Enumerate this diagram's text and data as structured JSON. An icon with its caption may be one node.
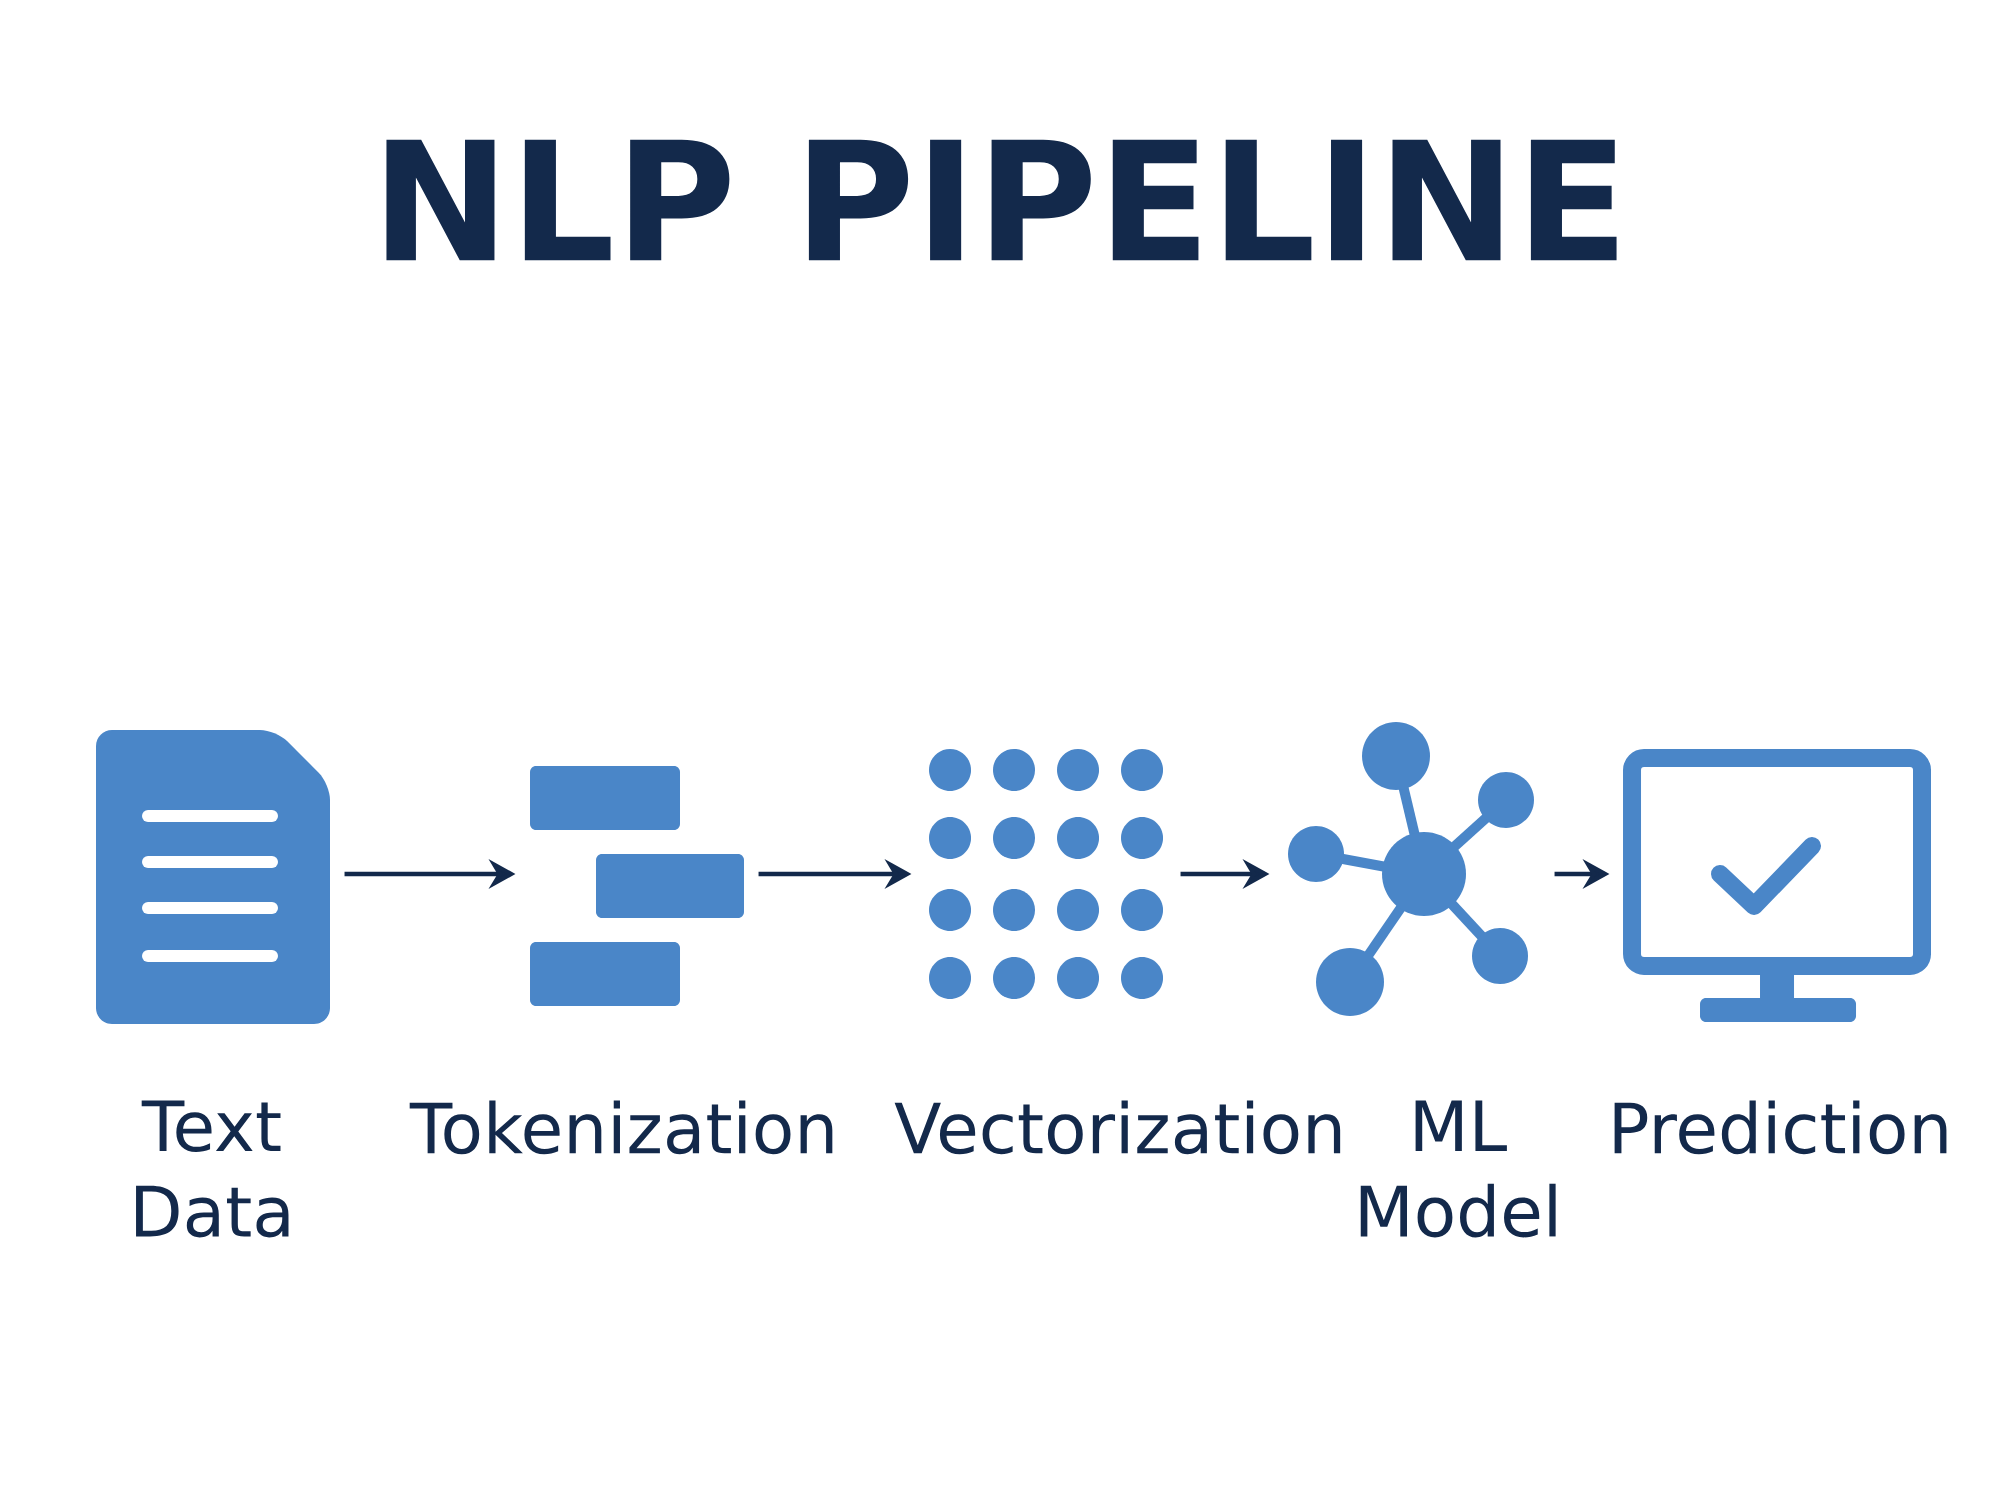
{
  "diagram": {
    "title": "NLP PIPELINE",
    "nodes": [
      {
        "text": [
          "Text Data"
        ]
      },
      {
        "text": [
          "Tokenization"
        ]
      },
      {
        "text": [
          "Vectorization"
        ]
      },
      {
        "text": [
          "ML Model"
        ]
      },
      {
        "text": [
          "Prediction"
        ]
      }
    ],
    "edges": [
      {
        "from": 0,
        "to": 1,
        "arrow": "to"
      },
      {
        "from": 1,
        "to": 2,
        "arrow": "to"
      },
      {
        "from": 2,
        "to": 3,
        "arrow": "to"
      },
      {
        "from": 3,
        "to": 4,
        "arrow": "to"
      }
    ]
  }
}
